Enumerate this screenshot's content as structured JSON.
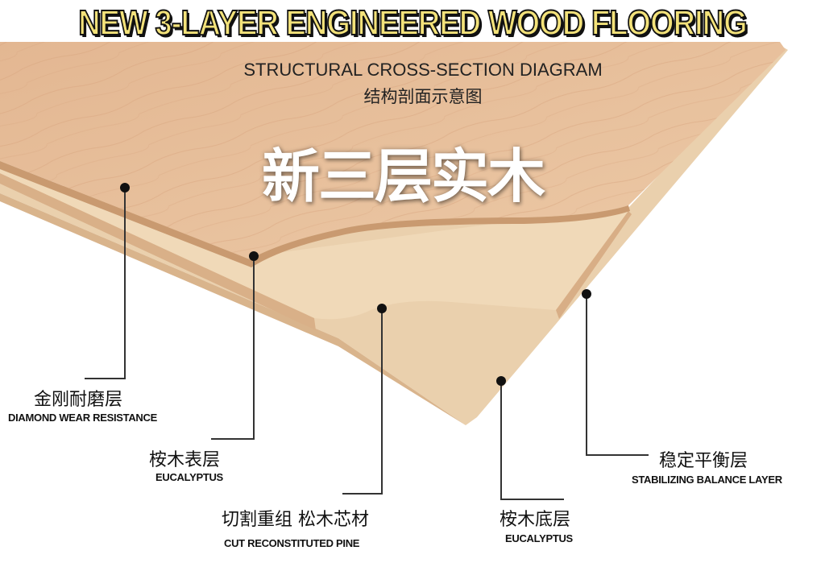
{
  "title": "NEW 3-LAYER ENGINEERED WOOD FLOORING",
  "subtitle_en": "STRUCTURAL CROSS-SECTION DIAGRAM",
  "subtitle_cn": "结构剖面示意图",
  "center_label": "新三层实木",
  "callouts": [
    {
      "cn": "金刚耐磨层",
      "en": "DIAMOND WEAR RESISTANCE"
    },
    {
      "cn": "桉木表层",
      "en": "EUCALYPTUS"
    },
    {
      "cn": "切割重组 松木芯材",
      "en": "CUT RECONSTITUTED PINE"
    },
    {
      "cn": "桉木底层",
      "en": "EUCALYPTUS"
    },
    {
      "cn": "稳定平衡层",
      "en": "STABILIZING BALANCE LAYER"
    }
  ],
  "colors": {
    "title_fill": "#f3e27a",
    "top_wood": "#e6bd96",
    "core_wood": "#f0d9b8",
    "bottom_wood": "#ead0ad"
  }
}
